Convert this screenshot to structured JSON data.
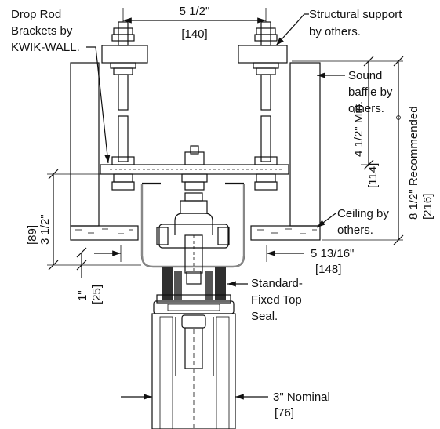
{
  "colors": {
    "ink": "#111111",
    "paper": "#ffffff",
    "insulation_fill": "#e8e8e8",
    "metal_fill": "#2f2f2f",
    "channel_fill": "#9a9a9a",
    "seal_fill": "#cfcfcf"
  },
  "labels": {
    "drop_rod_line1": "Drop Rod",
    "drop_rod_line2": "Brackets by",
    "drop_rod_line3": "KWIK-WALL.",
    "structural_line1": "Structural support",
    "structural_line2": "by others.",
    "sound_line1": "Sound",
    "sound_line2": "baffle by",
    "sound_line3": "others.",
    "ceiling_line1": "Ceiling by",
    "ceiling_line2": "others.",
    "seal_line1": "Standard-",
    "seal_line2": "Fixed Top",
    "seal_line3": "Seal.",
    "nominal_line1": "3\" Nominal",
    "nominal_line2": "[76]"
  },
  "dimensions": {
    "top_width": "5 1/2\"",
    "top_width_metric": "[140]",
    "min_height": "4 1/2\" Min.",
    "min_height_metric": "[114]",
    "rec_height": "8 1/2\" Recommended",
    "rec_height_metric": "[216]",
    "left_height": "3 1/2\"",
    "left_height_metric": "[89]",
    "bottom_offset": "1\"",
    "bottom_offset_metric": "[25]",
    "ceiling_gap": "5 13/16\"",
    "ceiling_gap_metric": "[148]"
  }
}
